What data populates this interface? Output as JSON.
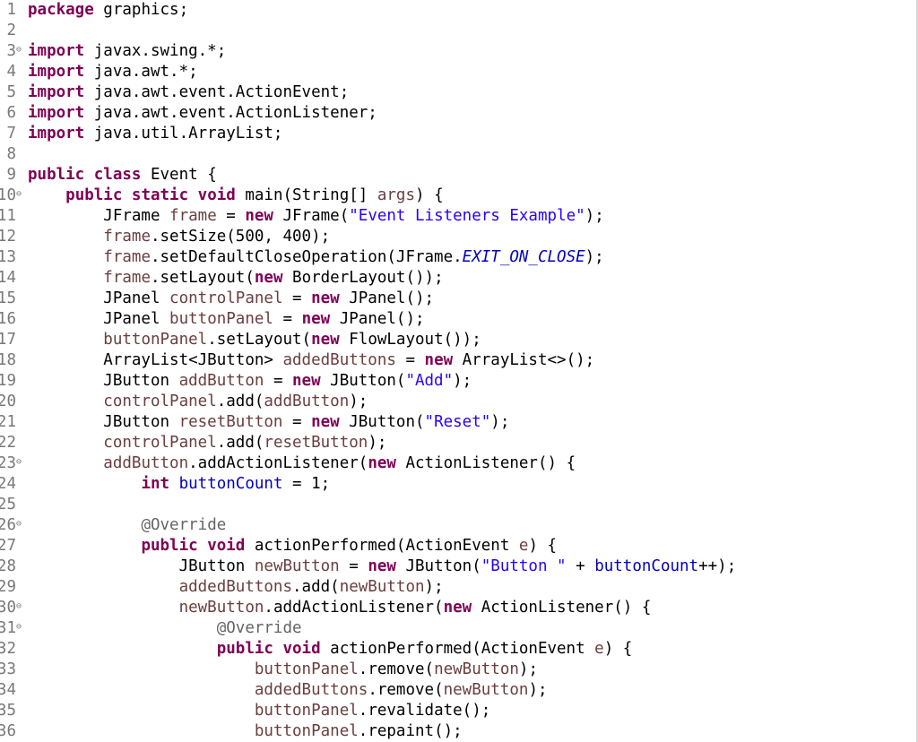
{
  "editor": {
    "language": "java",
    "lines": [
      {
        "n": "1",
        "fold": "",
        "t": [
          [
            "kw",
            "package"
          ],
          [
            "",
            ""
          ],
          [
            "p",
            " graphics;"
          ]
        ]
      },
      {
        "n": "2",
        "fold": "",
        "t": []
      },
      {
        "n": "3",
        "fold": "⊖",
        "t": [
          [
            "kw",
            "import"
          ],
          [
            "p",
            " javax.swing.*;"
          ]
        ]
      },
      {
        "n": "4",
        "fold": "",
        "t": [
          [
            "kw",
            "import"
          ],
          [
            "p",
            " java.awt.*;"
          ]
        ]
      },
      {
        "n": "5",
        "fold": "",
        "t": [
          [
            "kw",
            "import"
          ],
          [
            "p",
            " java.awt.event.ActionEvent;"
          ]
        ]
      },
      {
        "n": "6",
        "fold": "",
        "t": [
          [
            "kw",
            "import"
          ],
          [
            "p",
            " java.awt.event.ActionListener;"
          ]
        ]
      },
      {
        "n": "7",
        "fold": "",
        "t": [
          [
            "kw",
            "import"
          ],
          [
            "p",
            " java.util.ArrayList;"
          ]
        ]
      },
      {
        "n": "8",
        "fold": "",
        "t": []
      },
      {
        "n": "9",
        "fold": "",
        "t": [
          [
            "kw",
            "public class"
          ],
          [
            "p",
            " Event {"
          ]
        ]
      },
      {
        "n": "10",
        "fold": "⊖",
        "t": [
          [
            "p",
            "    "
          ],
          [
            "kw",
            "public static void"
          ],
          [
            "p",
            " main(String[] "
          ],
          [
            "var",
            "args"
          ],
          [
            "p",
            ") {"
          ]
        ]
      },
      {
        "n": "11",
        "fold": "",
        "t": [
          [
            "p",
            "        JFrame "
          ],
          [
            "var",
            "frame"
          ],
          [
            "p",
            " = "
          ],
          [
            "kw",
            "new"
          ],
          [
            "p",
            " JFrame("
          ],
          [
            "str",
            "\"Event Listeners Example\""
          ],
          [
            "p",
            ");"
          ]
        ]
      },
      {
        "n": "12",
        "fold": "",
        "t": [
          [
            "p",
            "        "
          ],
          [
            "var",
            "frame"
          ],
          [
            "p",
            ".setSize(500, 400);"
          ]
        ]
      },
      {
        "n": "13",
        "fold": "",
        "t": [
          [
            "p",
            "        "
          ],
          [
            "var",
            "frame"
          ],
          [
            "p",
            ".setDefaultCloseOperation(JFrame."
          ],
          [
            "sfld",
            "EXIT_ON_CLOSE"
          ],
          [
            "p",
            ");"
          ]
        ]
      },
      {
        "n": "14",
        "fold": "",
        "t": [
          [
            "p",
            "        "
          ],
          [
            "var",
            "frame"
          ],
          [
            "p",
            ".setLayout("
          ],
          [
            "kw",
            "new"
          ],
          [
            "p",
            " BorderLayout());"
          ]
        ]
      },
      {
        "n": "15",
        "fold": "",
        "t": [
          [
            "p",
            "        JPanel "
          ],
          [
            "var",
            "controlPanel"
          ],
          [
            "p",
            " = "
          ],
          [
            "kw",
            "new"
          ],
          [
            "p",
            " JPanel();"
          ]
        ]
      },
      {
        "n": "16",
        "fold": "",
        "t": [
          [
            "p",
            "        JPanel "
          ],
          [
            "var",
            "buttonPanel"
          ],
          [
            "p",
            " = "
          ],
          [
            "kw",
            "new"
          ],
          [
            "p",
            " JPanel();"
          ]
        ]
      },
      {
        "n": "17",
        "fold": "",
        "t": [
          [
            "p",
            "        "
          ],
          [
            "var",
            "buttonPanel"
          ],
          [
            "p",
            ".setLayout("
          ],
          [
            "kw",
            "new"
          ],
          [
            "p",
            " FlowLayout());"
          ]
        ]
      },
      {
        "n": "18",
        "fold": "",
        "t": [
          [
            "p",
            "        ArrayList<JButton> "
          ],
          [
            "var",
            "addedButtons"
          ],
          [
            "p",
            " = "
          ],
          [
            "kw",
            "new"
          ],
          [
            "p",
            " ArrayList<>();"
          ]
        ]
      },
      {
        "n": "19",
        "fold": "",
        "t": [
          [
            "p",
            "        JButton "
          ],
          [
            "var",
            "addButton"
          ],
          [
            "p",
            " = "
          ],
          [
            "kw",
            "new"
          ],
          [
            "p",
            " JButton("
          ],
          [
            "str",
            "\"Add\""
          ],
          [
            "p",
            ");"
          ]
        ]
      },
      {
        "n": "20",
        "fold": "",
        "t": [
          [
            "p",
            "        "
          ],
          [
            "var",
            "controlPanel"
          ],
          [
            "p",
            ".add("
          ],
          [
            "var",
            "addButton"
          ],
          [
            "p",
            ");"
          ]
        ]
      },
      {
        "n": "21",
        "fold": "",
        "t": [
          [
            "p",
            "        JButton "
          ],
          [
            "var",
            "resetButton"
          ],
          [
            "p",
            " = "
          ],
          [
            "kw",
            "new"
          ],
          [
            "p",
            " JButton("
          ],
          [
            "str",
            "\"Reset\""
          ],
          [
            "p",
            ");"
          ]
        ]
      },
      {
        "n": "22",
        "fold": "",
        "t": [
          [
            "p",
            "        "
          ],
          [
            "var",
            "controlPanel"
          ],
          [
            "p",
            ".add("
          ],
          [
            "var",
            "resetButton"
          ],
          [
            "p",
            ");"
          ]
        ]
      },
      {
        "n": "23",
        "fold": "⊖",
        "t": [
          [
            "p",
            "        "
          ],
          [
            "var",
            "addButton"
          ],
          [
            "p",
            ".addActionListener("
          ],
          [
            "kw",
            "new"
          ],
          [
            "p",
            " ActionListener() {"
          ]
        ]
      },
      {
        "n": "24",
        "fold": "",
        "t": [
          [
            "p",
            "            "
          ],
          [
            "kw",
            "int"
          ],
          [
            "p",
            " "
          ],
          [
            "fld",
            "buttonCount"
          ],
          [
            "p",
            " = 1;"
          ]
        ]
      },
      {
        "n": "25",
        "fold": "",
        "t": []
      },
      {
        "n": "26",
        "fold": "⊖",
        "t": [
          [
            "p",
            "            "
          ],
          [
            "ann",
            "@Override"
          ]
        ]
      },
      {
        "n": "27",
        "fold": "",
        "t": [
          [
            "p",
            "            "
          ],
          [
            "kw",
            "public void"
          ],
          [
            "p",
            " actionPerformed(ActionEvent "
          ],
          [
            "var",
            "e"
          ],
          [
            "p",
            ") {"
          ]
        ]
      },
      {
        "n": "28",
        "fold": "",
        "t": [
          [
            "p",
            "                JButton "
          ],
          [
            "var",
            "newButton"
          ],
          [
            "p",
            " = "
          ],
          [
            "kw",
            "new"
          ],
          [
            "p",
            " JButton("
          ],
          [
            "str",
            "\"Button \""
          ],
          [
            "p",
            " + "
          ],
          [
            "fld",
            "buttonCount"
          ],
          [
            "p",
            "++);"
          ]
        ]
      },
      {
        "n": "29",
        "fold": "",
        "t": [
          [
            "p",
            "                "
          ],
          [
            "var",
            "addedButtons"
          ],
          [
            "p",
            ".add("
          ],
          [
            "var",
            "newButton"
          ],
          [
            "p",
            ");"
          ]
        ]
      },
      {
        "n": "30",
        "fold": "⊖",
        "t": [
          [
            "p",
            "                "
          ],
          [
            "var",
            "newButton"
          ],
          [
            "p",
            ".addActionListener("
          ],
          [
            "kw",
            "new"
          ],
          [
            "p",
            " ActionListener() {"
          ]
        ]
      },
      {
        "n": "31",
        "fold": "⊖",
        "t": [
          [
            "p",
            "                    "
          ],
          [
            "ann",
            "@Override"
          ]
        ]
      },
      {
        "n": "32",
        "fold": "",
        "t": [
          [
            "p",
            "                    "
          ],
          [
            "kw",
            "public void"
          ],
          [
            "p",
            " actionPerformed(ActionEvent "
          ],
          [
            "var",
            "e"
          ],
          [
            "p",
            ") {"
          ]
        ]
      },
      {
        "n": "33",
        "fold": "",
        "t": [
          [
            "p",
            "                        "
          ],
          [
            "var",
            "buttonPanel"
          ],
          [
            "p",
            ".remove("
          ],
          [
            "var",
            "newButton"
          ],
          [
            "p",
            ");"
          ]
        ]
      },
      {
        "n": "34",
        "fold": "",
        "t": [
          [
            "p",
            "                        "
          ],
          [
            "var",
            "addedButtons"
          ],
          [
            "p",
            ".remove("
          ],
          [
            "var",
            "newButton"
          ],
          [
            "p",
            ");"
          ]
        ]
      },
      {
        "n": "35",
        "fold": "",
        "t": [
          [
            "p",
            "                        "
          ],
          [
            "var",
            "buttonPanel"
          ],
          [
            "p",
            ".revalidate();"
          ]
        ]
      },
      {
        "n": "36",
        "fold": "",
        "t": [
          [
            "p",
            "                        "
          ],
          [
            "var",
            "buttonPanel"
          ],
          [
            "p",
            ".repaint();"
          ]
        ]
      }
    ]
  }
}
